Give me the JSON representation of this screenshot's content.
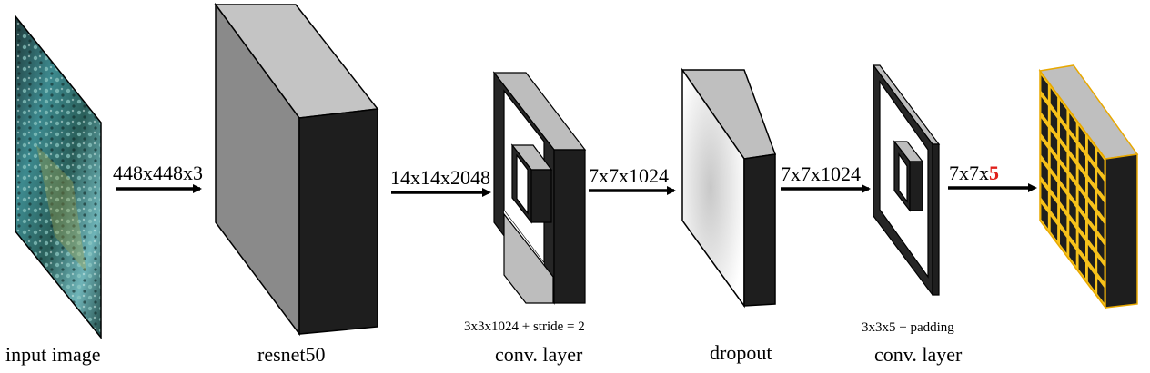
{
  "stages": {
    "input": {
      "caption": "input image"
    },
    "resnet": {
      "caption": "resnet50"
    },
    "conv1": {
      "caption": "conv. layer",
      "detail": "3x3x1024 + stride = 2"
    },
    "dropout": {
      "caption": "dropout"
    },
    "conv2": {
      "caption": "conv. layer",
      "detail": "3x3x5 + padding"
    }
  },
  "arrows": {
    "a1": "448x448x3",
    "a2": "14x14x2048",
    "a3": "7x7x1024",
    "a4": "7x7x1024",
    "a5_prefix": "7x7x",
    "a5_highlight": "5"
  },
  "colors": {
    "highlight": "#e0201b",
    "output_grid": "#f7c21b"
  }
}
